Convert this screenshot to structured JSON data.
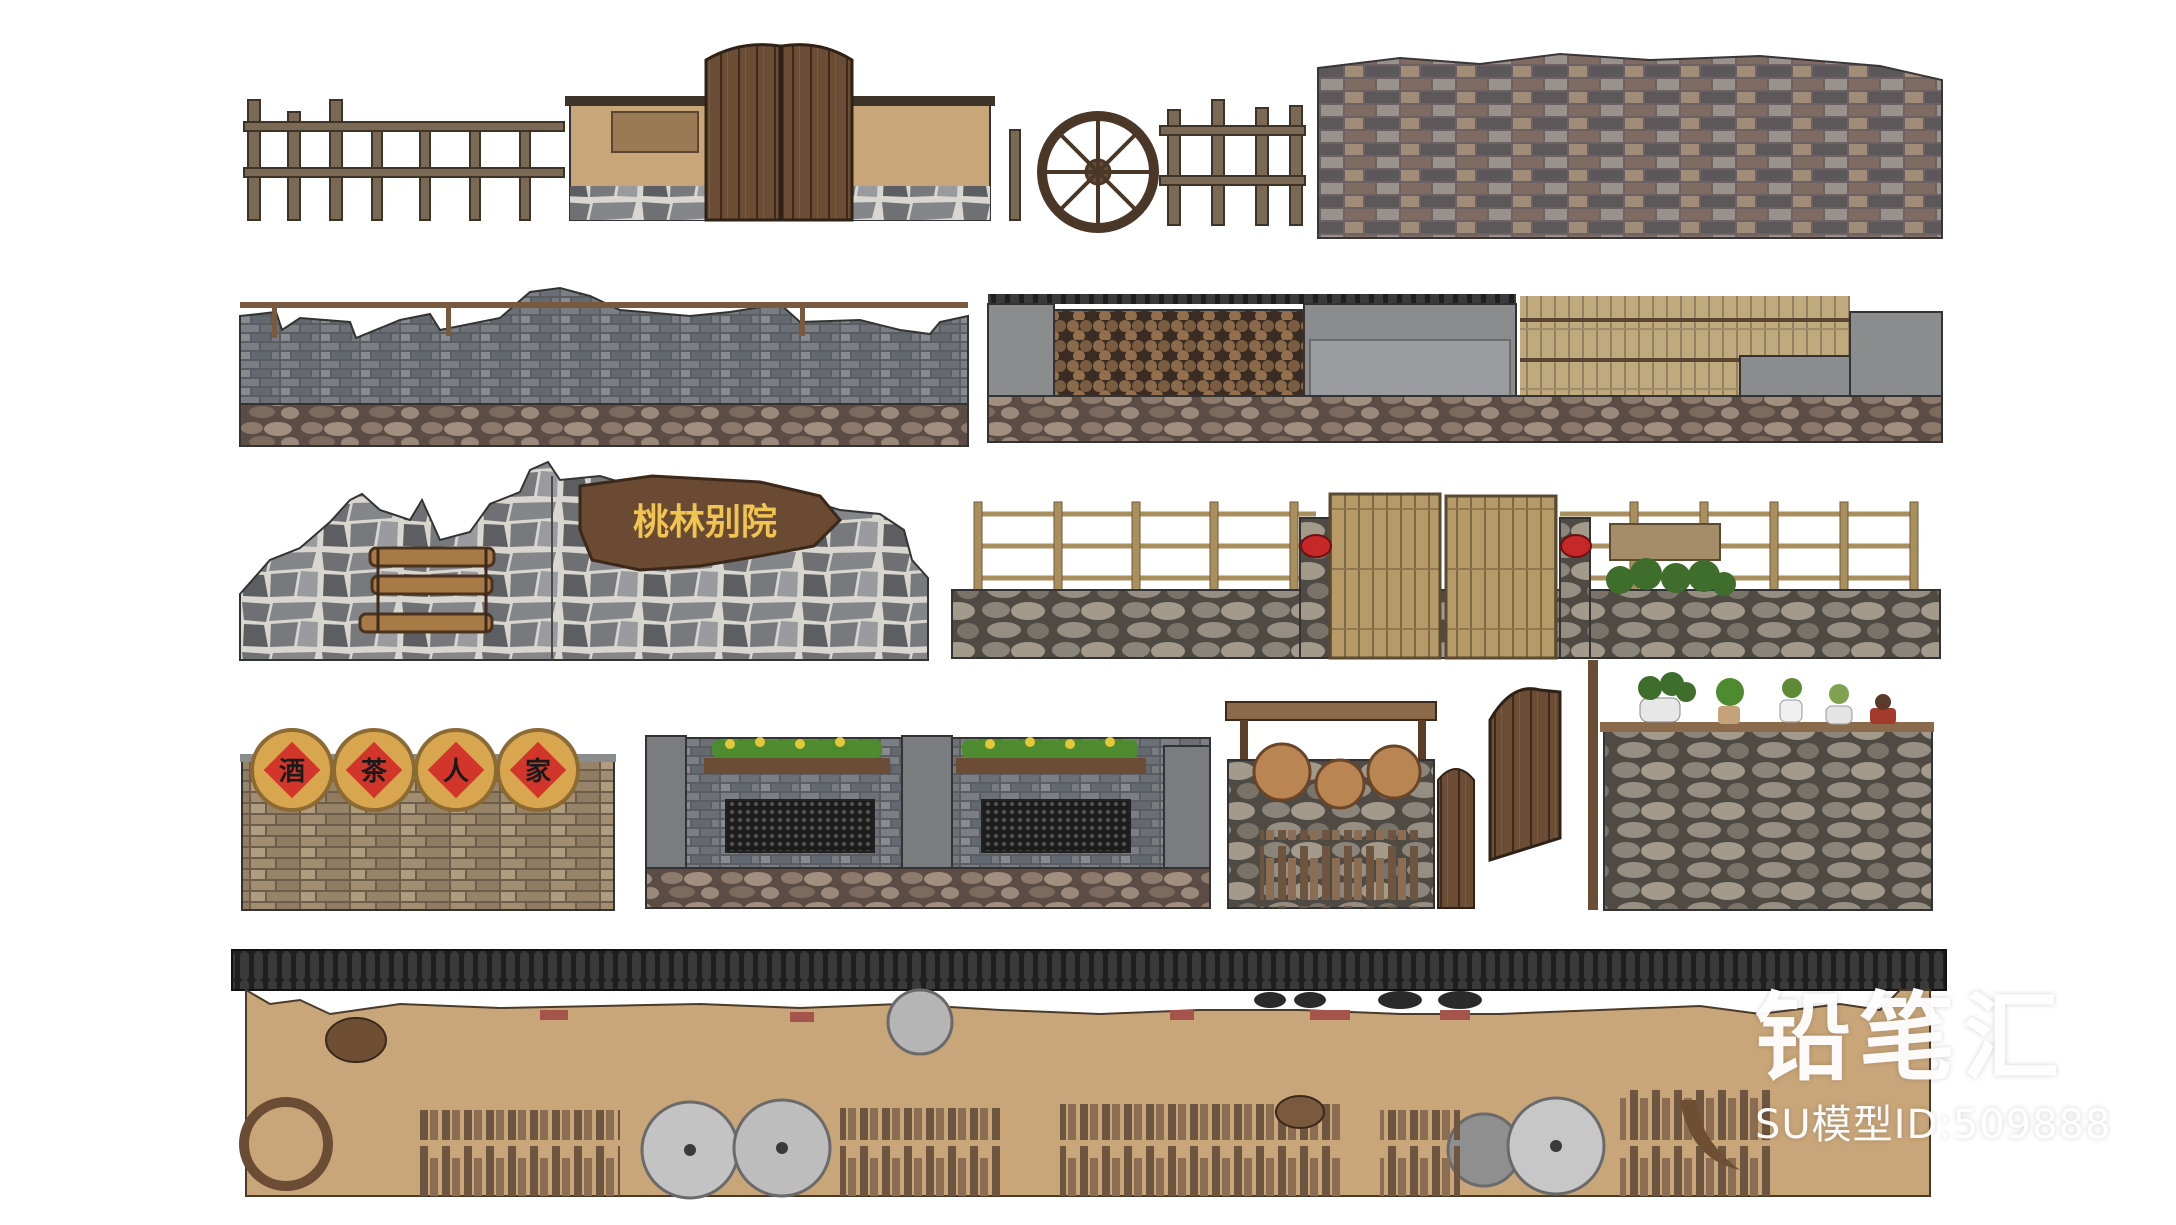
{
  "image": {
    "title": "Rural courtyard walls & fences — SketchUp model collection",
    "background": "#ffffff"
  },
  "signs": {
    "main_plaque": "桃林别院",
    "round_1": "酒",
    "round_2": "茶",
    "round_3": "人",
    "round_4": "家"
  },
  "watermark": {
    "logo_text": "铅笔汇",
    "model_id_text": "SU模型ID:509888"
  },
  "palette": {
    "stone_dark": "#5f6063",
    "stone_brown": "#7a5f52",
    "wood": "#6b4c34",
    "clay": "#c9a67a",
    "brick_grey": "#8a8c8e",
    "roof_tile": "#2b2b2b",
    "lantern_red": "#c62828"
  }
}
